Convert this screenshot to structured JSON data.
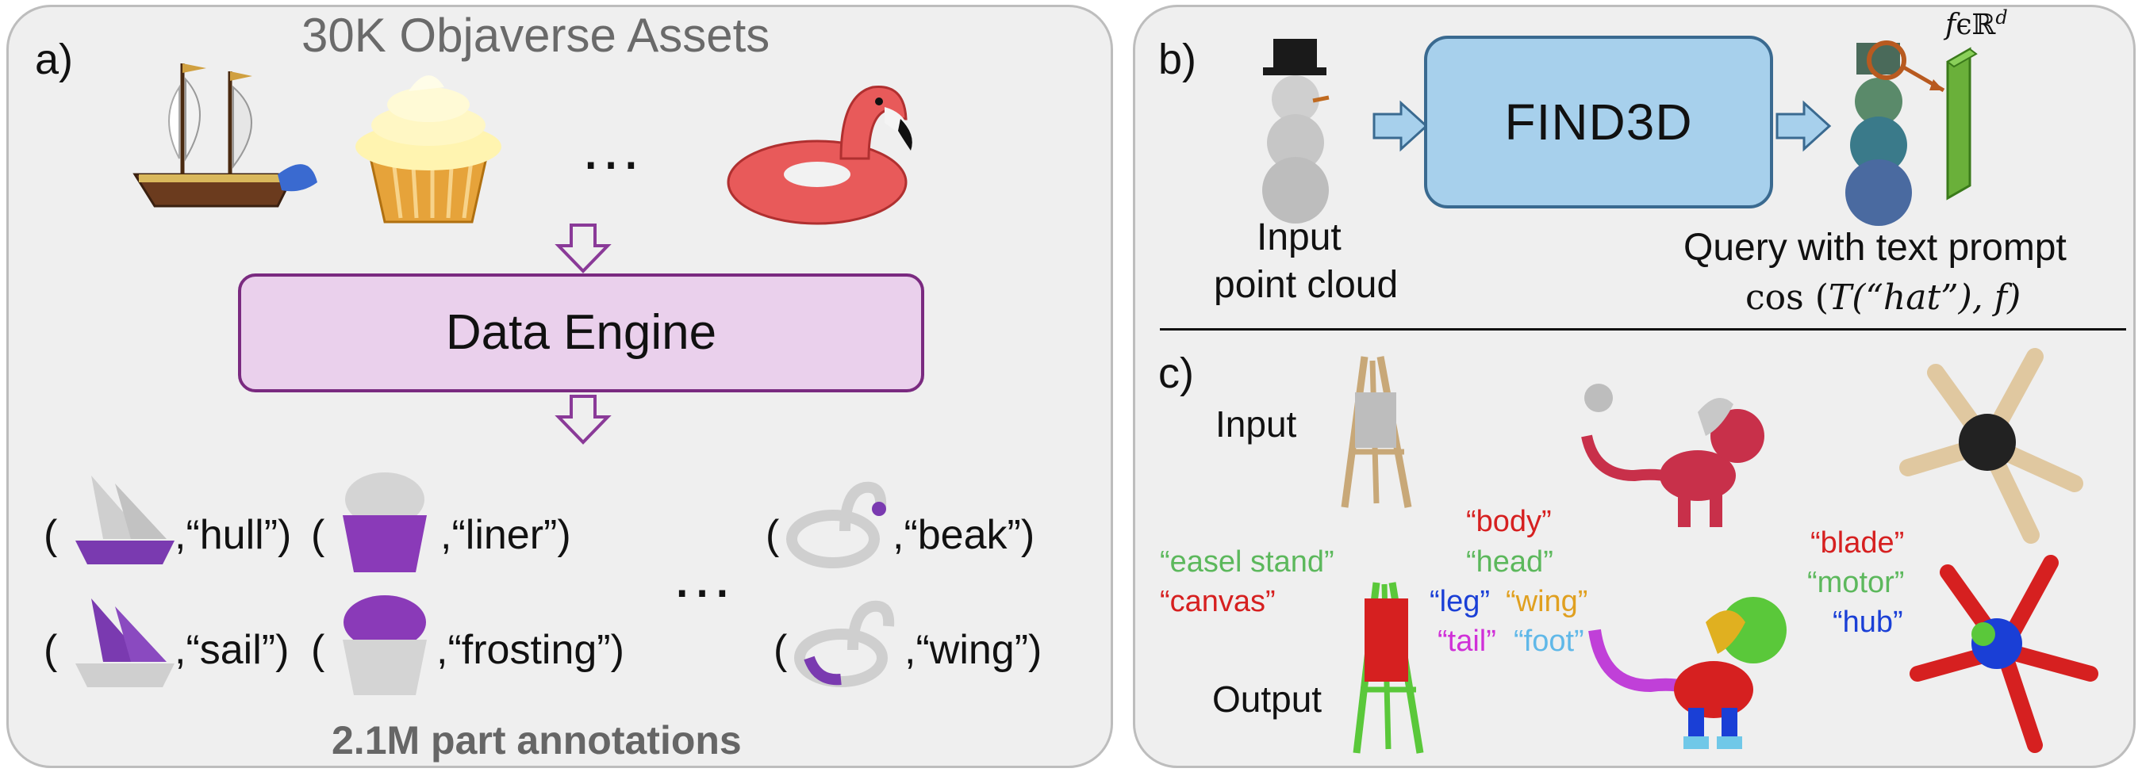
{
  "panel_a": {
    "label": "a)",
    "title": "30K Objaverse Assets",
    "ellipsis_top": "…",
    "engine_label": "Data Engine",
    "ellipsis_bottom": "…",
    "footer": "2.1M part annotations",
    "pairs": [
      {
        "open": "(",
        "text": ",“hull”)"
      },
      {
        "open": "(",
        "text": ",“liner”)"
      },
      {
        "open": "(",
        "text": ",“beak”)"
      },
      {
        "open": "(",
        "text": ",“sail”)"
      },
      {
        "open": "(",
        "text": ",“frosting”)"
      },
      {
        "open": "(",
        "text": ",“wing”)"
      }
    ]
  },
  "panel_b": {
    "label": "b)",
    "model_name": "FIND3D",
    "input_caption_1": "Input",
    "input_caption_2": "point cloud",
    "query_caption": "Query with text prompt",
    "formula_cos": "cos",
    "formula_open": " (",
    "formula_T": "T",
    "formula_arg": "(“hat”), f)",
    "feature_f": "f",
    "feature_in": "ϵℝ",
    "feature_d": "d"
  },
  "panel_c": {
    "label": "c)",
    "input_label": "Input",
    "output_label": "Output",
    "easel_parts": [
      {
        "text": "“easel stand”",
        "color": "#5cb85c"
      },
      {
        "text": "“canvas”",
        "color": "#d62020"
      }
    ],
    "creature_parts": [
      {
        "text": "“body”",
        "color": "#d62020"
      },
      {
        "text": "“head”",
        "color": "#5cb85c"
      },
      {
        "text": "“leg”",
        "color": "#1a3fd6"
      },
      {
        "text": "“wing”",
        "color": "#e0a020"
      },
      {
        "text": "“tail”",
        "color": "#d030d8"
      },
      {
        "text": "“foot”",
        "color": "#60b8e8"
      }
    ],
    "fan_parts": [
      {
        "text": "“blade”",
        "color": "#d62020"
      },
      {
        "text": "“motor”",
        "color": "#5cb85c"
      },
      {
        "text": "“hub”",
        "color": "#1a3fd6"
      }
    ]
  },
  "colors": {
    "engine_fill": "#ead0ec",
    "engine_border": "#7a2a80",
    "find3d_fill": "#a7d0ec",
    "find3d_border": "#3a6a90",
    "arrow_b_fill": "#a7d0ec",
    "purple_arrow": "#8a3a98",
    "panel_bg": "#efefef"
  }
}
